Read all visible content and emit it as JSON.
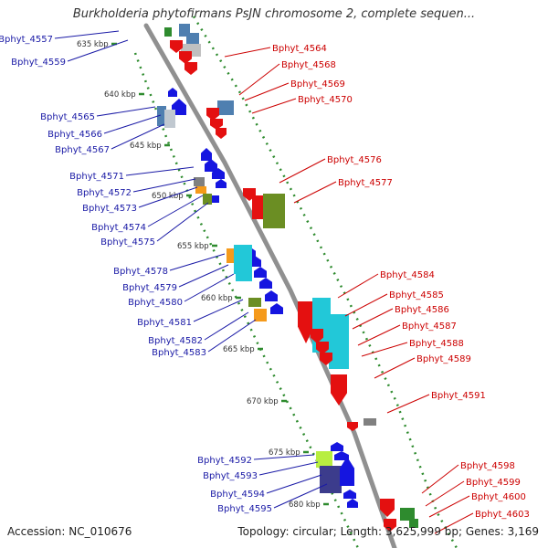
{
  "title": "Burkholderia phytofirmans PsJN chromosome 2, complete sequen...",
  "footer": {
    "accession": "Accession: NC_010676",
    "summary": "Topology: circular; Length: 3,625,999 bp; Genes: 3,169"
  },
  "ticks": [
    "635 kbp",
    "640 kbp",
    "645 kbp",
    "650 kbp",
    "655 kbp",
    "660 kbp",
    "665 kbp",
    "670 kbp",
    "675 kbp",
    "680 kbp"
  ],
  "genes_left": [
    "Bphyt_4557",
    "Bphyt_4559",
    "Bphyt_4565",
    "Bphyt_4566",
    "Bphyt_4567",
    "Bphyt_4571",
    "Bphyt_4572",
    "Bphyt_4573",
    "Bphyt_4574",
    "Bphyt_4575",
    "Bphyt_4578",
    "Bphyt_4579",
    "Bphyt_4580",
    "Bphyt_4581",
    "Bphyt_4582",
    "Bphyt_4583",
    "Bphyt_4592",
    "Bphyt_4593",
    "Bphyt_4594",
    "Bphyt_4595"
  ],
  "genes_right": [
    "Bphyt_4564",
    "Bphyt_4568",
    "Bphyt_4569",
    "Bphyt_4570",
    "Bphyt_4576",
    "Bphyt_4577",
    "Bphyt_4584",
    "Bphyt_4585",
    "Bphyt_4586",
    "Bphyt_4587",
    "Bphyt_4588",
    "Bphyt_4589",
    "Bphyt_4591",
    "Bphyt_4598",
    "Bphyt_4599",
    "Bphyt_4600",
    "Bphyt_4603"
  ],
  "colors": {
    "left_label": "#1a1aa6",
    "right_label": "#cc0000",
    "forward_gene": "#1515e0",
    "reverse_gene": "#e41010",
    "backbone": "#909090",
    "tick_dots": "#2e8b2e",
    "steel_blue": "#4f7fb0",
    "cyan": "#22c8d8",
    "olive": "#6b8e23",
    "orange": "#f59a1a",
    "gray": "#808080",
    "lime": "#b8ee40",
    "navy": "#3c3c8c"
  }
}
